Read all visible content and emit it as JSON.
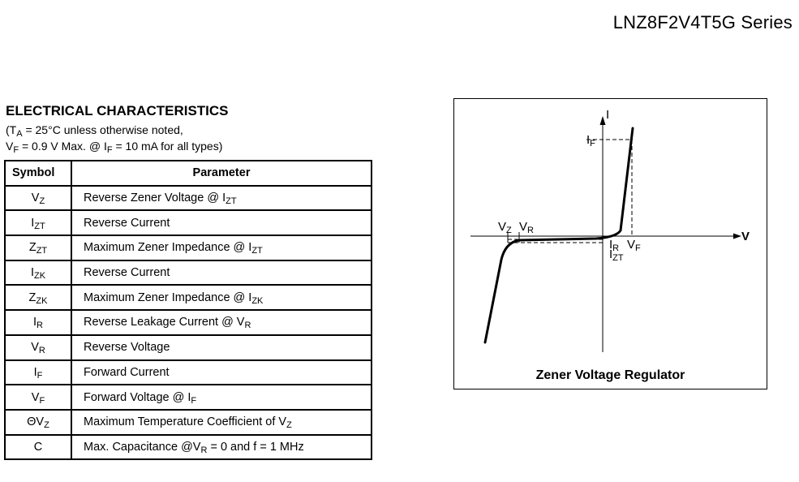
{
  "header": {
    "series": "LNZ8F2V4T5G Series"
  },
  "section": {
    "title": "ELECTRICAL CHARACTERISTICS",
    "cond1_a": "(T",
    "cond1_sub": "A",
    "cond1_b": " = 25°C unless otherwise noted,",
    "cond2_a": "V",
    "cond2_sub1": "F",
    "cond2_b": " = 0.9 V Max. @ I",
    "cond2_sub2": "F",
    "cond2_c": " = 10 mA for all types)"
  },
  "table": {
    "col_symbol": "Symbol",
    "col_parameter": "Parameter",
    "rows": [
      {
        "sym": "V",
        "sym_sub": "Z",
        "param": "Reverse Zener Voltage @ I",
        "param_sub": "ZT",
        "param_post": ""
      },
      {
        "sym": "I",
        "sym_sub": "ZT",
        "param": "Reverse Current",
        "param_sub": "",
        "param_post": ""
      },
      {
        "sym": "Z",
        "sym_sub": "ZT",
        "param": "Maximum Zener Impedance @ I",
        "param_sub": "ZT",
        "param_post": ""
      },
      {
        "sym": "I",
        "sym_sub": "ZK",
        "param": "Reverse Current",
        "param_sub": "",
        "param_post": ""
      },
      {
        "sym": "Z",
        "sym_sub": "ZK",
        "param": "Maximum Zener Impedance @ I",
        "param_sub": "ZK",
        "param_post": ""
      },
      {
        "sym": "I",
        "sym_sub": "R",
        "param": "Reverse Leakage Current @ V",
        "param_sub": "R",
        "param_post": ""
      },
      {
        "sym": "V",
        "sym_sub": "R",
        "param": "Reverse Voltage",
        "param_sub": "",
        "param_post": ""
      },
      {
        "sym": "I",
        "sym_sub": "F",
        "param": "Forward Current",
        "param_sub": "",
        "param_post": ""
      },
      {
        "sym": "V",
        "sym_sub": "F",
        "param": "Forward Voltage @ I",
        "param_sub": "F",
        "param_post": ""
      },
      {
        "sym": "ΘV",
        "sym_sub": "Z",
        "param": "Maximum Temperature Coefficient of V",
        "param_sub": "Z",
        "param_post": ""
      },
      {
        "sym": "C",
        "sym_sub": "",
        "param": "Max. Capacitance @V",
        "param_sub": "R",
        "param_post": " = 0 and f = 1 MHz"
      }
    ]
  },
  "graph": {
    "caption": "Zener Voltage Regulator",
    "axis_i": "I",
    "axis_v": "V",
    "label_if": "I",
    "label_if_sub": "F",
    "label_vz": "V",
    "label_vz_sub": "Z",
    "label_vr": "V",
    "label_vr_sub": "R",
    "label_ir": "I",
    "label_ir_sub": "R",
    "label_vf": "V",
    "label_vf_sub": "F",
    "label_izt": "I",
    "label_izt_sub": "ZT"
  }
}
